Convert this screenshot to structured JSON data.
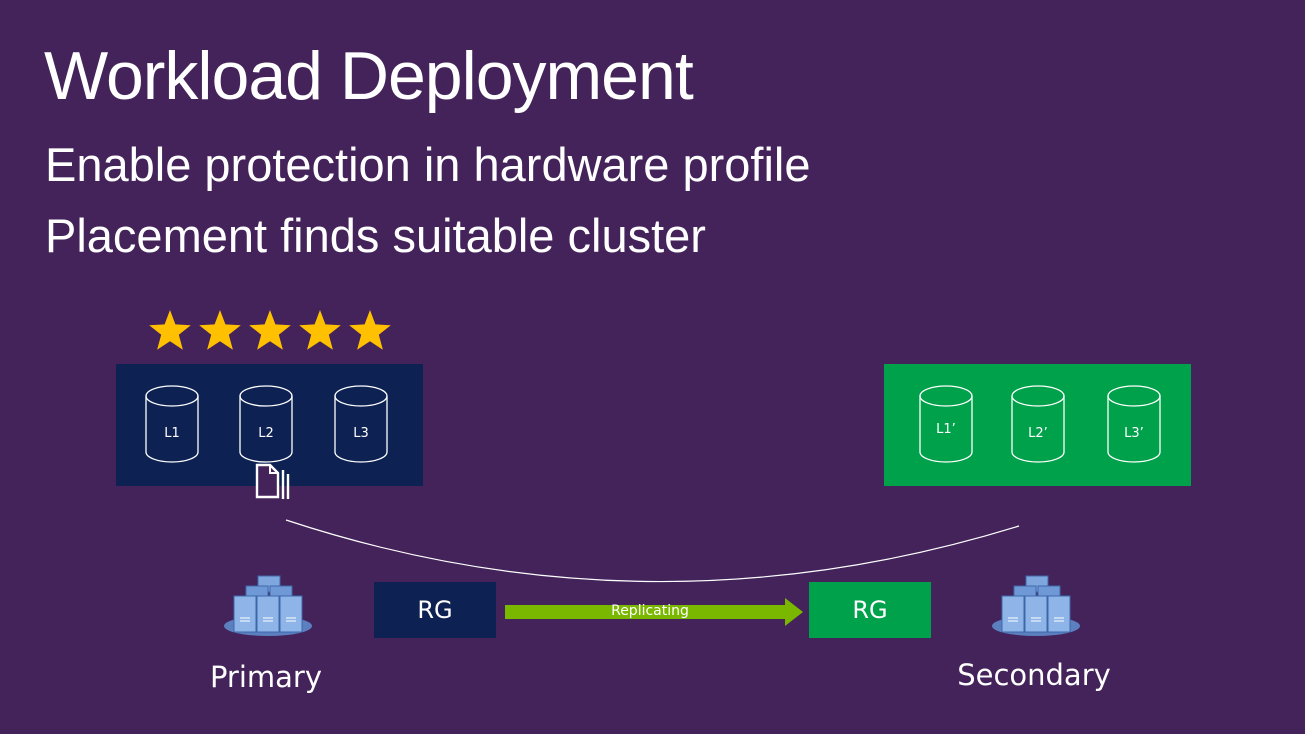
{
  "slide": {
    "title": "Workload Deployment",
    "bullets": [
      "Enable protection in hardware profile",
      "Placement finds suitable cluster"
    ]
  },
  "rating": {
    "stars": 5,
    "max": 5,
    "color": "#ffc000"
  },
  "primary": {
    "site_label": "Primary",
    "box_color": "#0d2253",
    "disks": [
      "L1",
      "L2",
      "L3"
    ],
    "rg_label": "RG",
    "icon": "server-stack-icon"
  },
  "secondary": {
    "site_label": "Secondary",
    "box_color": "#00a14b",
    "disks": [
      "L1’",
      "L2’",
      "L3’"
    ],
    "rg_label": "RG",
    "icon": "server-stack-icon"
  },
  "replication": {
    "label": "Replicating",
    "arrow_color": "#7ab800"
  },
  "colors": {
    "background": "#44235a",
    "text": "#ffffff"
  },
  "icons": {
    "document": "documents-stack-icon",
    "star": "star-icon",
    "disk": "disk-cylinder-icon"
  }
}
